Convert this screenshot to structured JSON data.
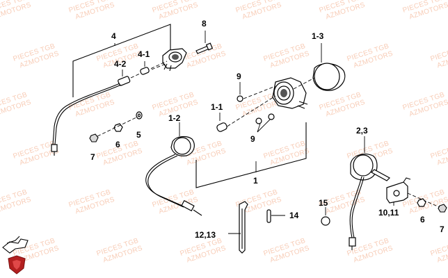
{
  "watermark": {
    "line1": "PIECES TGB",
    "line2": "AZMOTORS"
  },
  "callouts": {
    "c4": "4",
    "c8": "8",
    "c1_3": "1-3",
    "c4_2": "4-2",
    "c4_1": "4-1",
    "c9_top": "9",
    "c1_1": "1-1",
    "c1_2": "1-2",
    "c6_left": "6",
    "c5": "5",
    "c7_left": "7",
    "c9_mid": "9",
    "c2_3": "2,3",
    "c1": "1",
    "c15": "15",
    "c14": "14",
    "c10_11": "10,11",
    "c6_right": "6",
    "c7_right": "7",
    "c12_13": "12,13"
  }
}
